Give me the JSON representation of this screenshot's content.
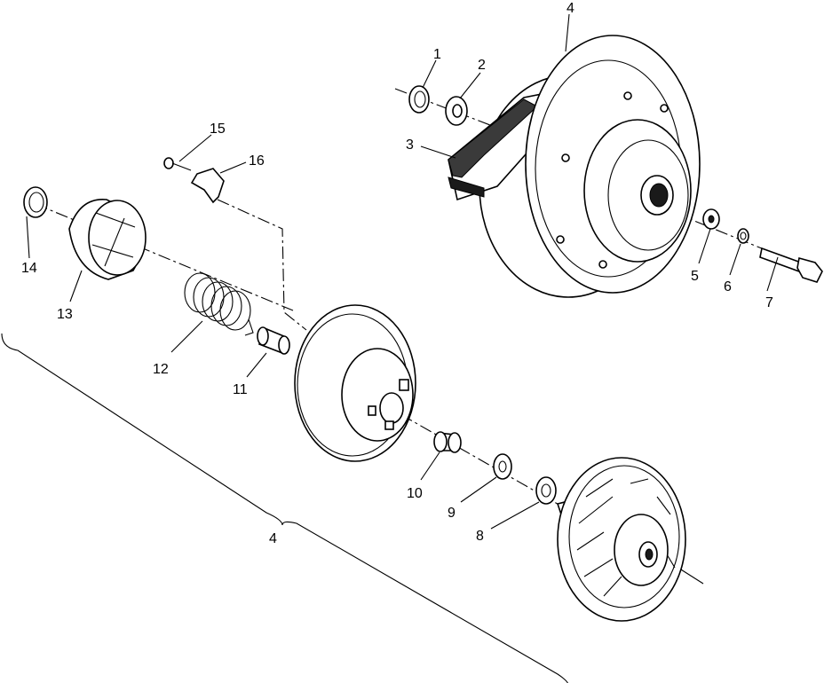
{
  "callouts": {
    "c1": "1",
    "c2": "2",
    "c3": "3",
    "c4_top": "4",
    "c5": "5",
    "c6": "6",
    "c7": "7",
    "c8": "8",
    "c9": "9",
    "c10": "10",
    "c11": "11",
    "c12": "12",
    "c13": "13",
    "c14": "14",
    "c15": "15",
    "c16": "16",
    "c4_assembly": "4"
  }
}
